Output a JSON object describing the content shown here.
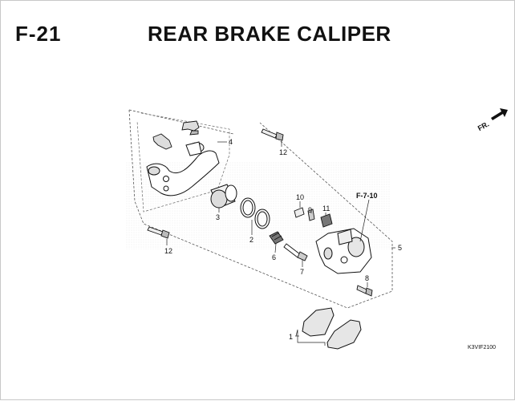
{
  "header": {
    "section": "F-21",
    "title": "REAR BRAKE CALIPER"
  },
  "reference": "F-7-10",
  "direction": "FR.",
  "figure_code": "K3VIF2100",
  "callouts": [
    "1",
    "2",
    "3",
    "4",
    "5",
    "6",
    "7",
    "8",
    "9",
    "10",
    "11",
    "12",
    "12"
  ]
}
